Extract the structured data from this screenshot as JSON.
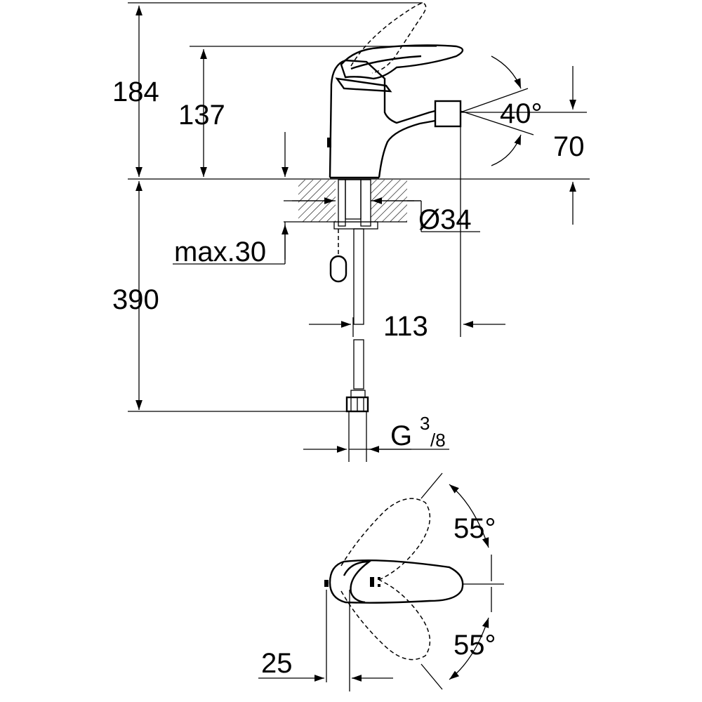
{
  "dimensions": {
    "total_height": "184",
    "spout_height": "137",
    "lever_angle": "40°",
    "spout_offset": "70",
    "hole_diameter": "Ø34",
    "max_thickness": "max.30",
    "hose_length": "390",
    "projection": "113",
    "thread_main": "G",
    "thread_num": "3",
    "thread_den": "/8",
    "lever_swing_left": "55°",
    "lever_swing_right": "55°",
    "lever_offset": "25"
  },
  "icons": {
    "pop_up_knob": "pull-rod-knob-icon",
    "hatch": "section-hatch-pattern"
  },
  "colors": {
    "line": "#000000",
    "background": "#ffffff"
  }
}
